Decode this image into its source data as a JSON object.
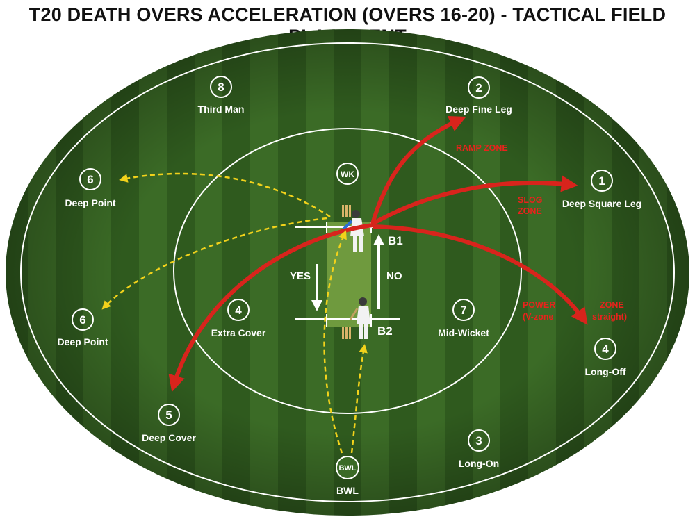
{
  "title": "T20 DEATH OVERS ACCELERATION (OVERS 16-20) - TACTICAL FIELD PLACEMENT",
  "colors": {
    "grass_dark": "#2f5a1e",
    "grass_light": "#3f7028",
    "pitch": "#6f9a3e",
    "boundary_line": "#ffffff",
    "shot_arrow": "#d8241c",
    "fielder_path": "#f2d21b",
    "zone_text": "#e8231c"
  },
  "fielders": [
    {
      "id": "wk",
      "badge": "WK",
      "label": ""
    },
    {
      "id": "1",
      "badge": "1",
      "label": "Deep Square Leg"
    },
    {
      "id": "2",
      "badge": "2",
      "label": "Deep Fine Leg"
    },
    {
      "id": "3",
      "badge": "3",
      "label": "Long-On"
    },
    {
      "id": "4a",
      "badge": "4",
      "label": "Extra Cover"
    },
    {
      "id": "4b",
      "badge": "4",
      "label": "Long-Off"
    },
    {
      "id": "5",
      "badge": "5",
      "label": "Deep Cover"
    },
    {
      "id": "6a",
      "badge": "6",
      "label": "Deep Point"
    },
    {
      "id": "6b",
      "badge": "6",
      "label": "Deep Point"
    },
    {
      "id": "7",
      "badge": "7",
      "label": "Mid-Wicket"
    },
    {
      "id": "8",
      "badge": "8",
      "label": "Third Man"
    },
    {
      "id": "bwl",
      "badge": "BWL",
      "label": "BWL"
    }
  ],
  "batters": {
    "striker": "B1",
    "non_striker": "B2"
  },
  "running": {
    "yes": "YES",
    "no": "NO"
  },
  "zones": {
    "ramp": "RAMP ZONE",
    "slog_1": "SLOG",
    "slog_2": "ZONE",
    "power_1": "POWER",
    "power_2": "(V-zone",
    "zone_1": "ZONE",
    "zone_2": "straight)"
  }
}
